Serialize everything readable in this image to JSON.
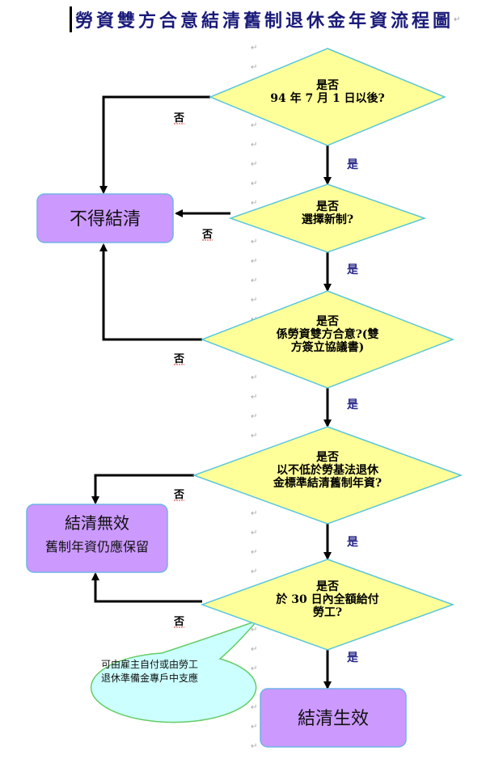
{
  "title": "勞資雙方合意結清舊制退休金年資流程圖",
  "colors": {
    "title": "#1a1a7a",
    "decision_fill": "#ffff99",
    "decision_stroke": "#5bc6d8",
    "terminal_fill": "#cc99ff",
    "terminal_stroke": "#6fb4e6",
    "callout_fill": "#ccffff",
    "callout_stroke": "#66cc66",
    "yes_label": "#2a2a8a"
  },
  "decisions": [
    {
      "id": "d1",
      "lines": [
        "是否",
        "94 年 7 月 1 日以後?"
      ]
    },
    {
      "id": "d2",
      "lines": [
        "是否",
        "選擇新制?"
      ]
    },
    {
      "id": "d3",
      "lines": [
        "是否",
        "係勞資雙方合意?(雙",
        "方簽立協議書)"
      ]
    },
    {
      "id": "d4",
      "lines": [
        "是否",
        "以不低於勞基法退休",
        "金標準結清舊制年資?"
      ]
    },
    {
      "id": "d5",
      "lines": [
        "是否",
        "於 30 日內全額給付",
        "勞工?"
      ]
    }
  ],
  "terminals": {
    "not_allowed": {
      "lines": [
        "不得結清"
      ]
    },
    "invalid": {
      "lines": [
        "結清無效",
        "舊制年資仍應保留"
      ]
    },
    "effective": {
      "lines": [
        "結清生效"
      ]
    }
  },
  "labels": {
    "yes": "是",
    "no": "否"
  },
  "callout": {
    "lines": [
      "可由雇主自付或由勞工",
      "退休準備金專戶中支應"
    ]
  },
  "paragraph_mark": "↵"
}
